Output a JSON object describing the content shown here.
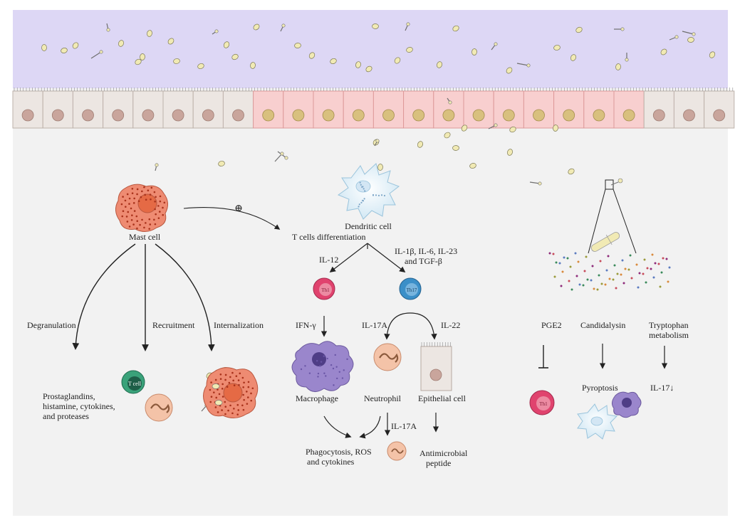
{
  "colors": {
    "lumen": "#ddd7f5",
    "tissue": "#f2f2f2",
    "cell_normal": "#ece6e2",
    "cell_inflamed": "#f8cfcf",
    "nucleus_normal": "#c9a59c",
    "nucleus_inflamed": "#d8c07e",
    "mast_cell": "#ee8b72",
    "dendritic_cell": "#dff0f8",
    "th1": "#e0436e",
    "th17": "#3b8fc8",
    "tcell": "#3aa27a",
    "macrophage": "#9a86cc",
    "neutrophil": "#f4c3a8",
    "yeast": "#f1eab4"
  },
  "labels": {
    "mast_cell": "Mast cell",
    "dendritic_cell": "Dendritic cell",
    "t_diff": "T cells differentiation",
    "il12": "IL-12",
    "il_th17_line1": "IL-1β, IL-6, IL-23",
    "il_th17_line2": "and TGF-β",
    "th1": "Th1",
    "th17": "Th17",
    "th1_right": "Th1",
    "tcell": "T cell",
    "degranulation": "Degranulation",
    "recruitment": "Recruitment",
    "internalization": "Internalization",
    "prostaglandins_line1": "Prostaglandins,",
    "prostaglandins_line2": "histamine, cytokines,",
    "prostaglandins_line3": "and proteases",
    "ifng": "IFN-γ",
    "il17a": "IL-17A",
    "il22": "IL-22",
    "macrophage": "Macrophage",
    "neutrophil": "Neutrophil",
    "epithelial_cell": "Epithelial cell",
    "il17a_2": "IL-17A",
    "phago_line1": "Phagocytosis, ROS",
    "phago_line2": "and cytokines",
    "amp_line1": "Antimicrobial",
    "amp_line2": "peptide",
    "pge2": "PGE2",
    "candidalysin": "Candidalysin",
    "trp_line1": "Tryptophan",
    "trp_line2": "metabolism",
    "pyroptosis": "Pyroptosis",
    "il17_down": "IL-17↓",
    "plus_sign": "⊕"
  }
}
